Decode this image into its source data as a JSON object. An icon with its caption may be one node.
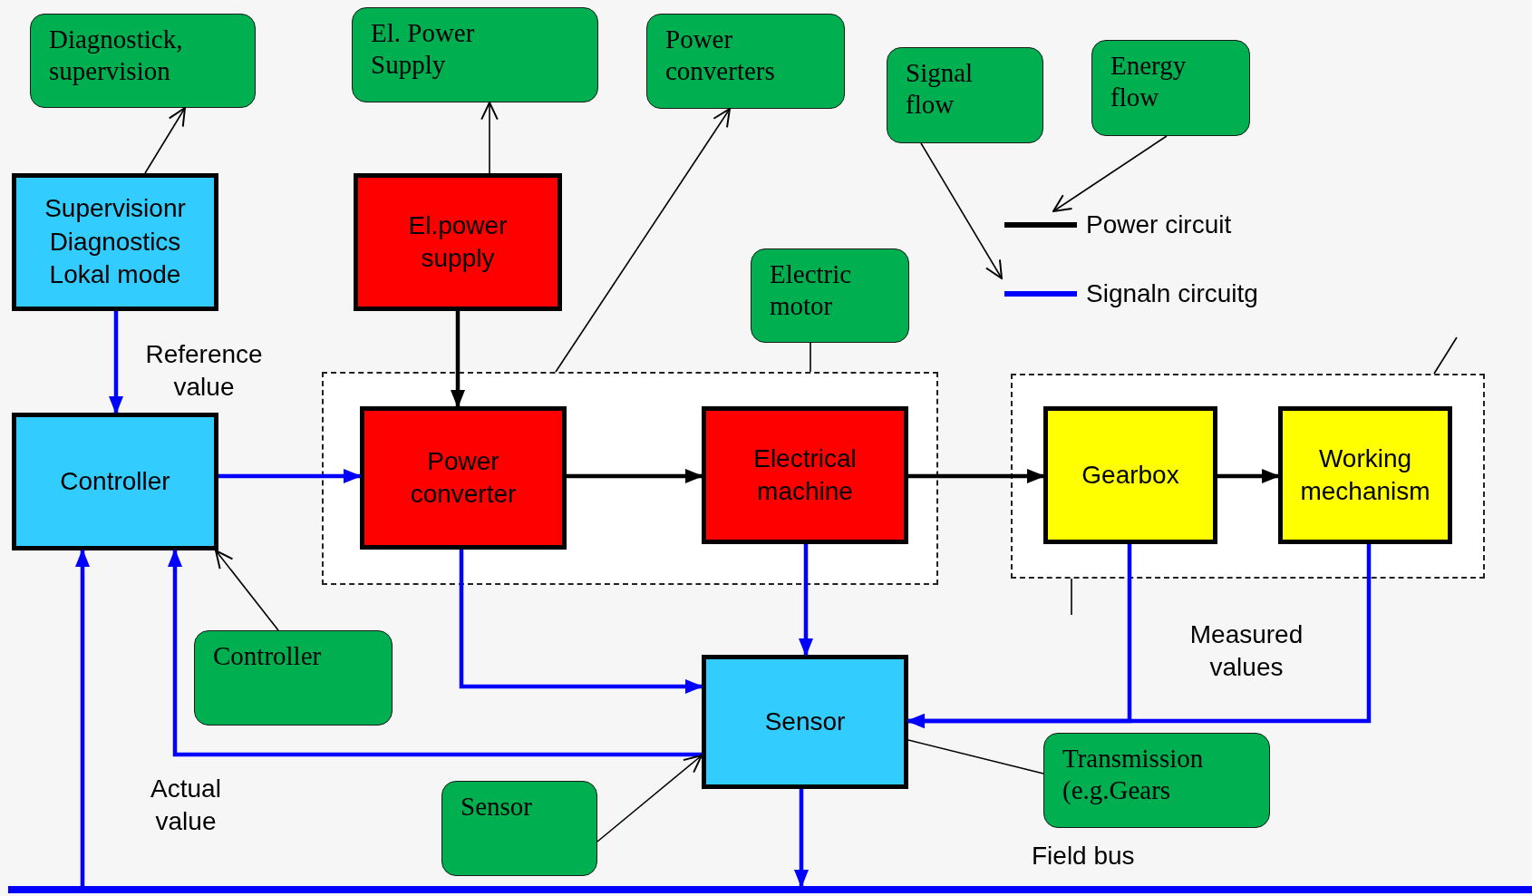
{
  "diagram": {
    "nodes": [
      {
        "text": [
          "Diagnostick, supervision"
        ]
      },
      {
        "text": [
          "El. Power Supply"
        ]
      },
      {
        "text": [
          "Power converters"
        ]
      },
      {
        "text": [
          "Signal flow"
        ]
      },
      {
        "text": [
          "Energy flow"
        ]
      },
      {
        "text": [
          "Supervisionr Diagnostics Lokal mode"
        ]
      },
      {
        "text": [
          "El.power supply"
        ]
      },
      {
        "text": [
          "Electric motor"
        ]
      },
      {
        "text": [],
        "shape": "box"
      },
      {
        "text": [],
        "shape": "box"
      },
      {
        "text": [
          "Controller"
        ]
      },
      {
        "text": [
          "Power converter"
        ],
        "in": 8
      },
      {
        "text": [
          "Electrical machine"
        ],
        "in": 8
      },
      {
        "text": [
          "Gearbox"
        ],
        "in": 9
      },
      {
        "text": [
          "Working mechanism"
        ],
        "in": 9
      },
      {
        "text": [
          "Controller"
        ]
      },
      {
        "text": [
          "Sensor"
        ]
      },
      {
        "text": [
          "Transmission (e.g.Gears"
        ]
      },
      {
        "text": [
          "Sensor"
        ]
      },
      {
        "text": [],
        "shape": "bar",
        "beside": [
          "Field bus"
        ]
      }
    ],
    "edges": [
      {
        "from": 5,
        "to": 10,
        "arrow": "to",
        "label": "Reference value",
        "color": "#0000ff"
      },
      {
        "from": 6,
        "to": 11,
        "arrow": "to"
      },
      {
        "from": 10,
        "to": 11,
        "arrow": "to",
        "color": "#0000ff"
      },
      {
        "from": 11,
        "to": 12,
        "arrow": "to"
      },
      {
        "from": 12,
        "to": 13,
        "arrow": "to"
      },
      {
        "from": 13,
        "to": 14,
        "arrow": "to"
      },
      {
        "from": 11,
        "to": 16,
        "arrow": "to",
        "color": "#0000ff"
      },
      {
        "from": 12,
        "to": 16,
        "arrow": "to",
        "color": "#0000ff"
      },
      {
        "from": 13,
        "to": 16,
        "arrow": "to",
        "label": "Measured values",
        "color": "#0000ff"
      },
      {
        "from": 14,
        "to": 16,
        "arrow": "to",
        "color": "#0000ff"
      },
      {
        "from": 16,
        "to": 10,
        "arrow": "to",
        "color": "#0000ff"
      },
      {
        "from": 19,
        "to": 10,
        "arrow": "to",
        "label": "Actual value",
        "color": "#0000ff"
      },
      {
        "from": 16,
        "to": 19,
        "arrow": "to",
        "color": "#0000ff"
      },
      {
        "from": 5,
        "to": 0,
        "arrow": "to"
      },
      {
        "from": 6,
        "to": 1,
        "arrow": "to"
      },
      {
        "from": 8,
        "to": 2,
        "arrow": "to"
      },
      {
        "from": 7,
        "to": 8,
        "arrow": "none"
      },
      {
        "from": 15,
        "to": 10,
        "arrow": "to"
      },
      {
        "from": 18,
        "to": 16,
        "arrow": "to"
      },
      {
        "from": 17,
        "to": 16,
        "arrow": "none"
      },
      {
        "from": 3,
        "to": null,
        "arrow": "to"
      },
      {
        "from": 4,
        "to": null,
        "arrow": "to"
      },
      {
        "from": 9,
        "to": null,
        "arrow": "none"
      },
      {
        "from": 9,
        "to": null,
        "arrow": "none"
      }
    ],
    "legend": [
      {
        "text": "Power circuit"
      },
      {
        "text": "Signaln circuitg"
      }
    ]
  }
}
